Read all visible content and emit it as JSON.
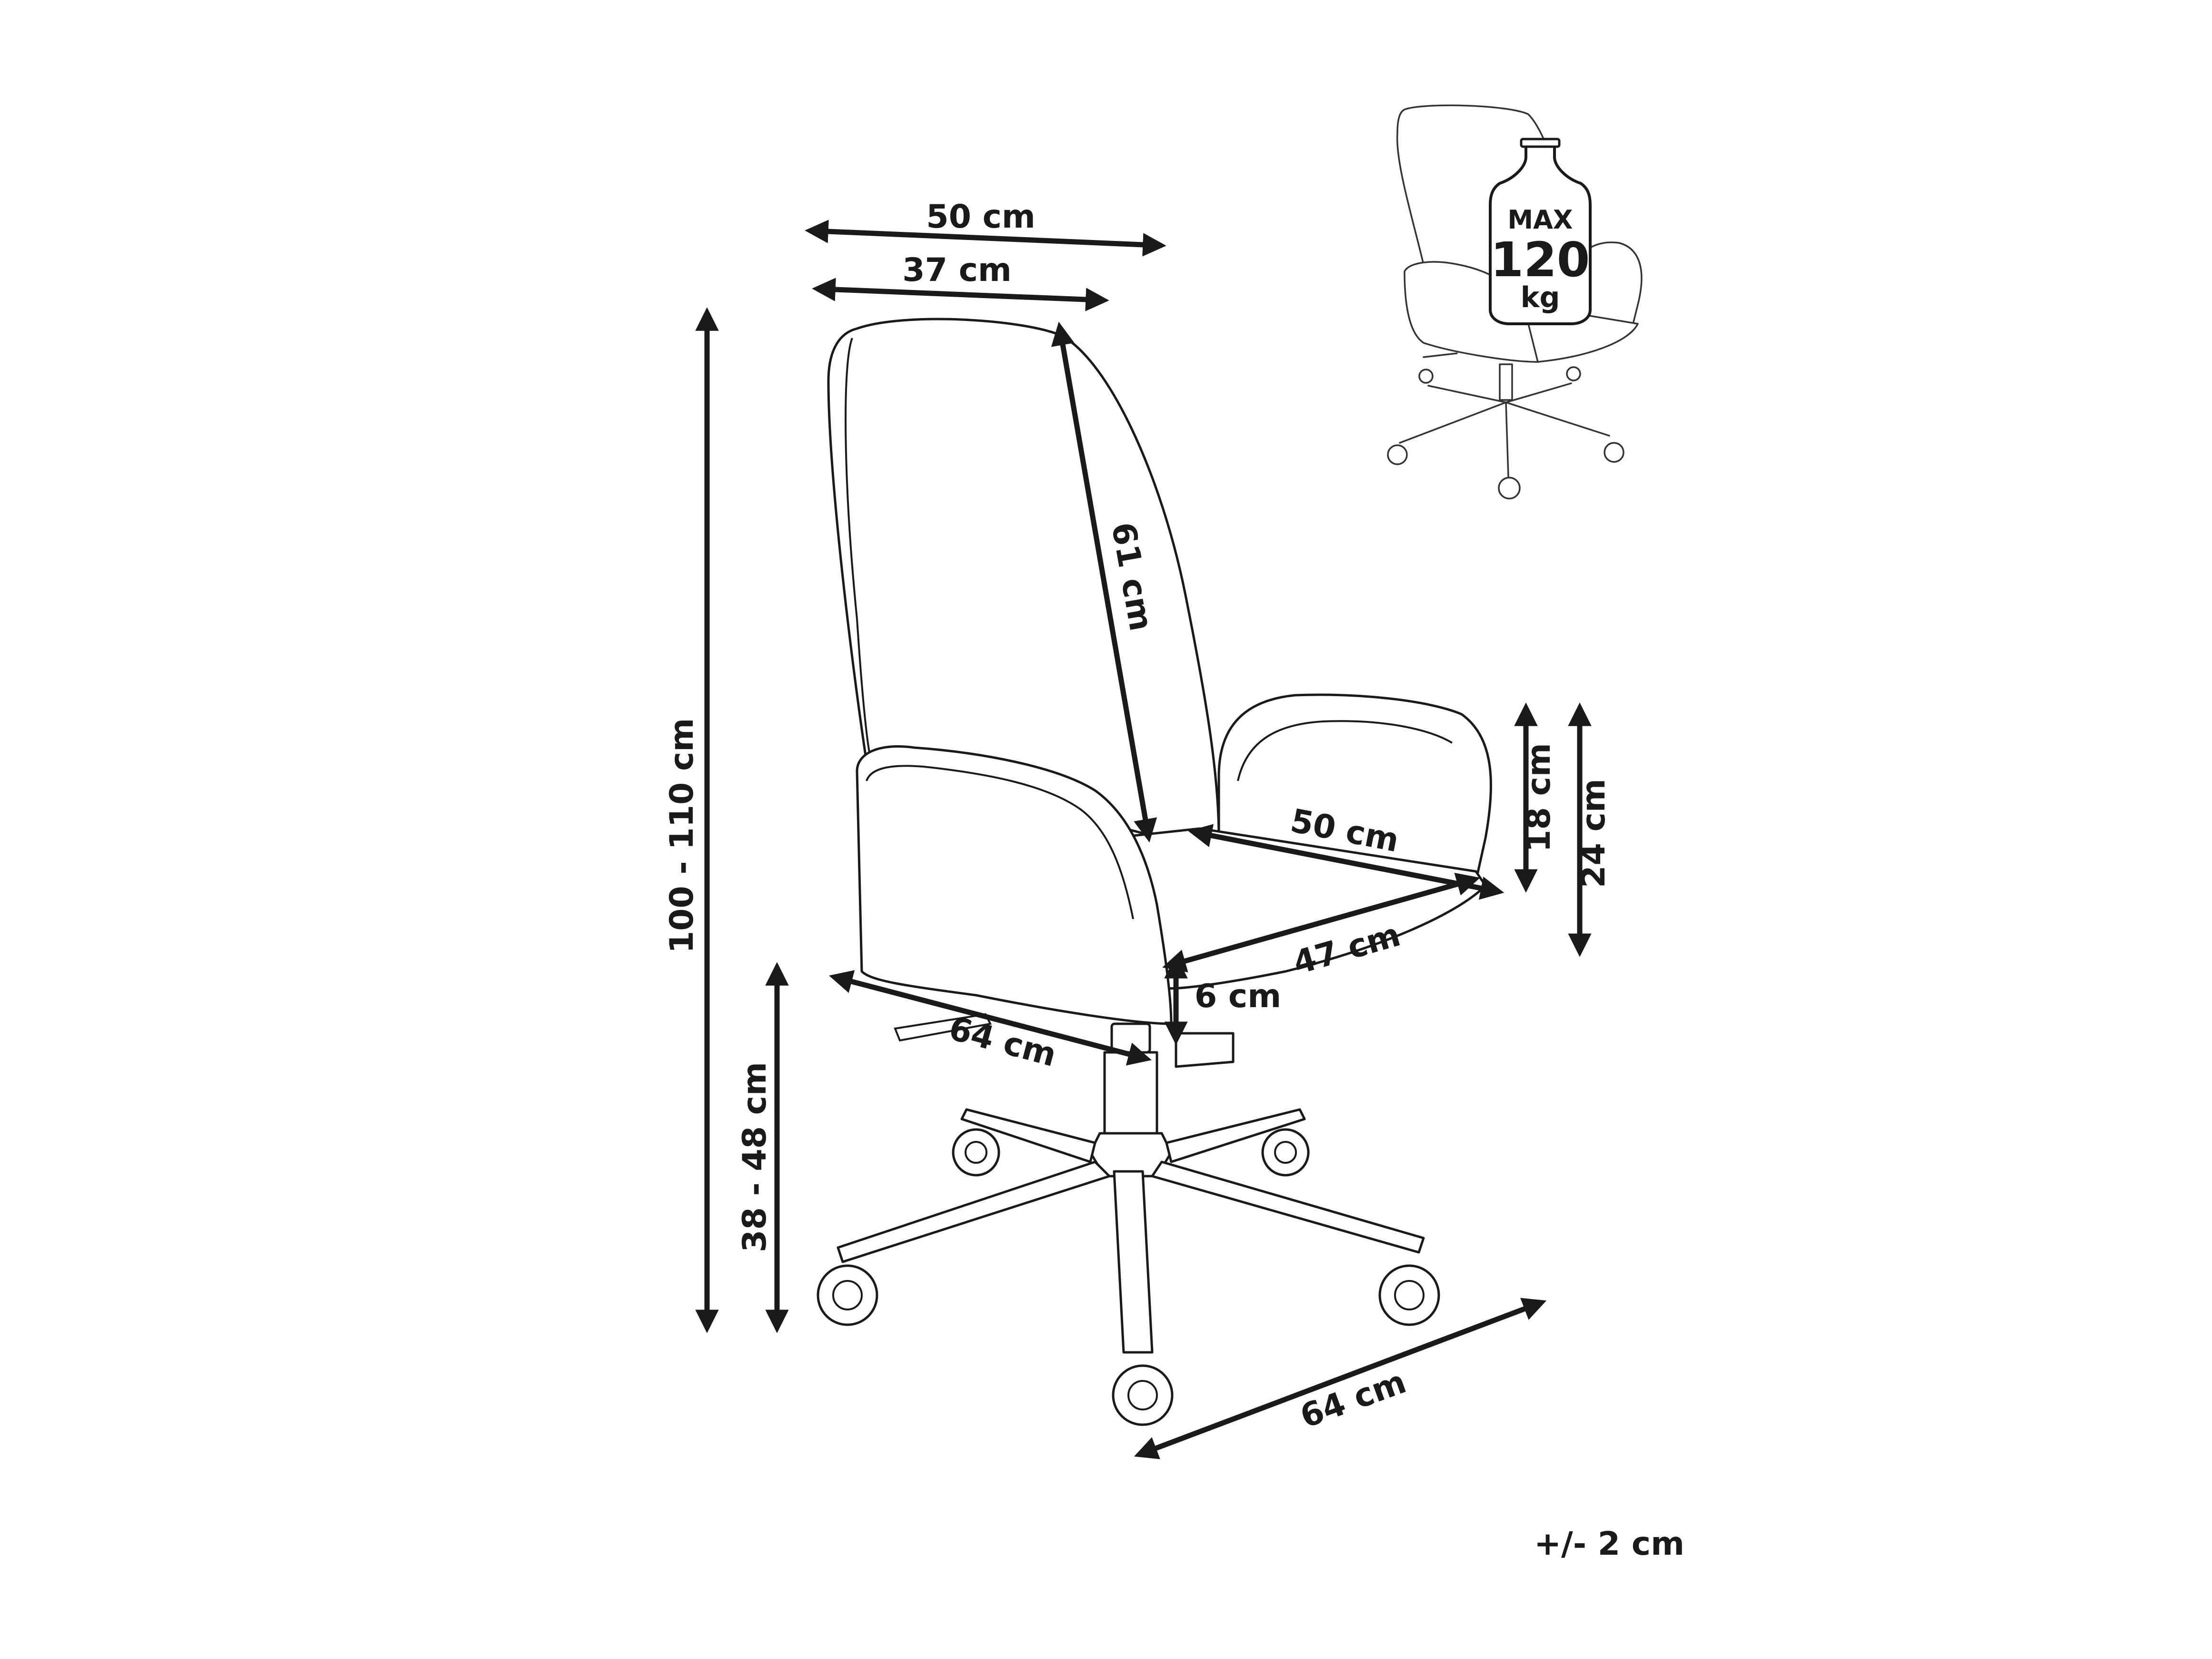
{
  "dimensions": {
    "top_width": "50 cm",
    "back_width": "37 cm",
    "backrest_height": "61 cm",
    "total_height": "100 - 110 cm",
    "seat_height": "38 - 48 cm",
    "seat_width": "50 cm",
    "seat_depth": "47 cm",
    "seat_thickness": "6 cm",
    "side_depth": "64 cm",
    "base_width": "64 cm",
    "armrest_height": "18 cm",
    "armrest_total_height": "24 cm"
  },
  "max_load": {
    "label": "MAX",
    "value": "120",
    "unit": "kg"
  },
  "tolerance": "+/- 2 cm",
  "colors": {
    "line": "#1a1a1a",
    "background": "#ffffff"
  }
}
